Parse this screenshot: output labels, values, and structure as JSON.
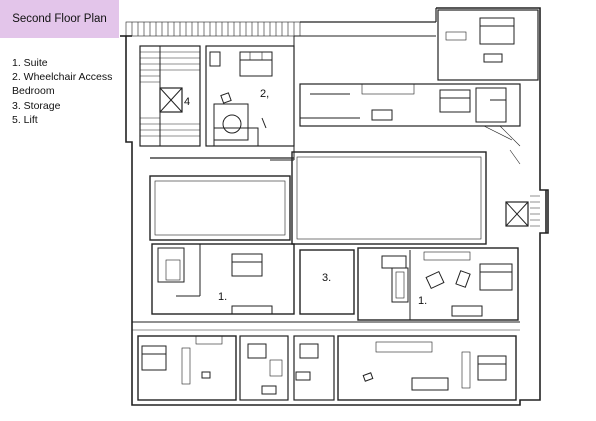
{
  "title": "Second Floor Plan",
  "legend": [
    "1. Suite",
    "2. Wheelchair Access",
    "Bedroom",
    "3. Storage",
    "5. Lift"
  ],
  "room_labels": {
    "lift_upper": "4",
    "accessible_room": "2,",
    "suite_left": "1.",
    "storage": "3.",
    "suite_right": "1."
  },
  "colors": {
    "title_fill": "#e3c5ea",
    "line": "#222222"
  }
}
